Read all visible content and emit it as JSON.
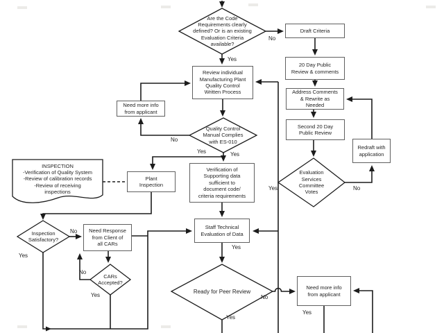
{
  "canvas": {
    "background": "#ffffff",
    "line_color": "#1c1c1c",
    "box_border_color": "#5f5f5f"
  },
  "nodes": {
    "code_criteria_decision": {
      "type": "decision",
      "label": "Are the Code\nRequirements clearly\ndefined? Or is an existing\nEvaluation Criteria\navailable?"
    },
    "draft_criteria": {
      "type": "process",
      "label": "Draft Criteria"
    },
    "public_review_20day": {
      "type": "process",
      "label": "20 Day Public\nReview & comments"
    },
    "address_comments": {
      "type": "process",
      "label": "Address Comments\n& Rewrite as\nNeeded"
    },
    "second_public_review": {
      "type": "process",
      "label": "Second 20 Day\nPublic Review"
    },
    "redraft_with_application": {
      "type": "process",
      "label": "Redraft with\napplication"
    },
    "committee_votes": {
      "type": "decision",
      "label": "Evaluation\nServices\nCommittee\nVotes"
    },
    "review_plant_process": {
      "type": "process",
      "label": "Review individual\nManufacturing Plant\nQuality Control\nWritten Process"
    },
    "need_more_info_top": {
      "type": "process",
      "label": "Need more info\nfrom applicant"
    },
    "qc_manual_complies": {
      "type": "decision",
      "label": "Quality Control\nManual Complies\nwith ES-010"
    },
    "inspection_note": {
      "type": "document",
      "label": "INSPECTION\n-Verification of Quality System\n-Review of calibration records\n-Review of receiving\ninspections"
    },
    "plant_inspection": {
      "type": "process",
      "label": "Plant\nInspection"
    },
    "verification_supporting_data": {
      "type": "process",
      "label": "Verification of\nSupporting data\nsufficient to\ndocument code/\ncriteria requirements"
    },
    "staff_technical_evaluation": {
      "type": "process",
      "label": "Staff Technical\nEvaluation of Data"
    },
    "inspection_satisfactory": {
      "type": "decision",
      "label": "Inspection\nSatisfactory?"
    },
    "need_response_cars": {
      "type": "process",
      "label": "Need Response\nfrom Client of\nall CARs"
    },
    "cars_accepted": {
      "type": "decision",
      "label": "CARs\nAccepted?"
    },
    "ready_peer_review": {
      "type": "decision",
      "label": "Ready for Peer Review"
    },
    "need_more_info_bottom": {
      "type": "process",
      "label": "Need more info\nfrom applicant"
    }
  },
  "edge_labels": {
    "no_to_draft": "No",
    "yes_to_review": "Yes",
    "no_qc_manual": "No",
    "yes_qc_left": "Yes",
    "yes_qc_right": "Yes",
    "yes_committee": "Yes",
    "no_committee": "No",
    "no_inspection": "No",
    "yes_inspection": "Yes",
    "no_cars": "No",
    "yes_cars": "Yes",
    "yes_staff_eval": "Yes",
    "no_ready_peer": "No",
    "yes_ready_peer": "Yes",
    "yes_need_info_bottom": "Yes"
  }
}
